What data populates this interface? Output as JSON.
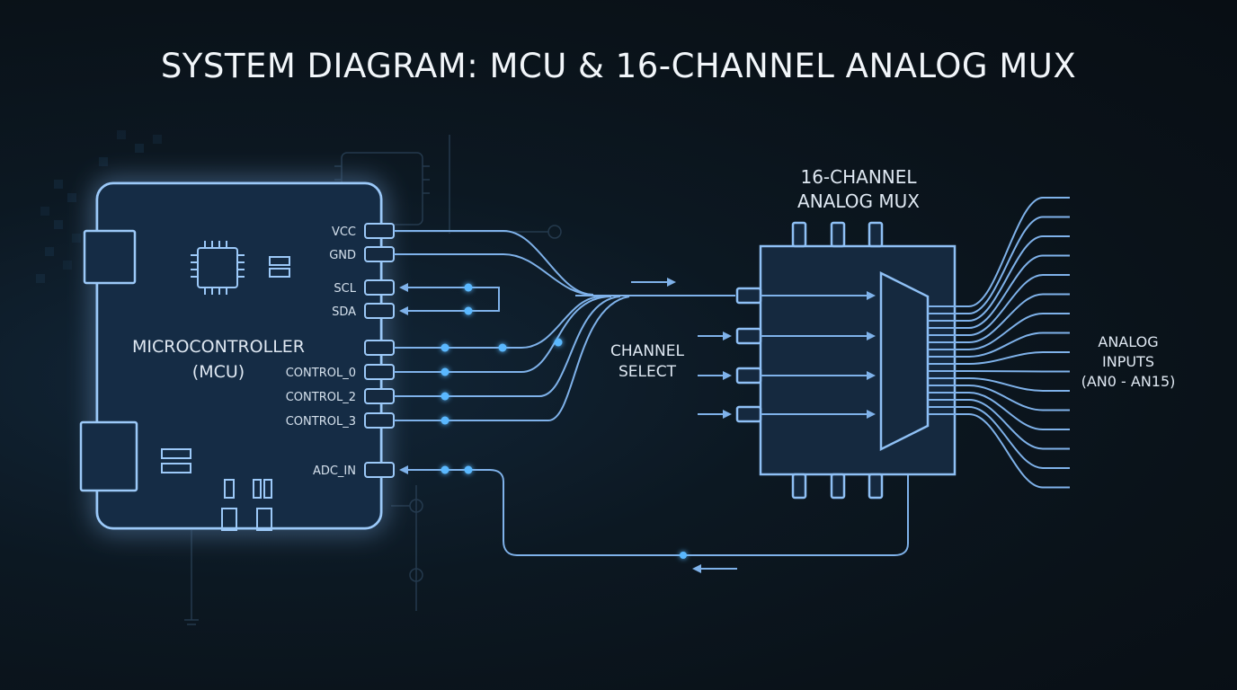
{
  "title": "SYSTEM DIAGRAM: MCU & 16-CHANNEL ANALOG MUX",
  "mcu": {
    "label_line1": "MICROCONTROLLER",
    "label_line2": "(MCU)",
    "pins": [
      "VCC",
      "GND",
      "SCL",
      "SDA",
      "",
      "CONTROL_0",
      "CONTROL_2",
      "CONTROL_3",
      "ADC_IN"
    ]
  },
  "mux": {
    "label_line1": "16-CHANNEL",
    "label_line2": "ANALOG MUX"
  },
  "channel_select": {
    "line1": "CHANNEL",
    "line2": "SELECT"
  },
  "analog_inputs": {
    "line1": "ANALOG",
    "line2": "INPUTS",
    "line3": "(AN0 - AN15)"
  },
  "colors": {
    "wire": "#7fb2ea",
    "outline": "#8fc0f5",
    "glow": "#3d8df0",
    "dot": "#5ab8ff"
  }
}
